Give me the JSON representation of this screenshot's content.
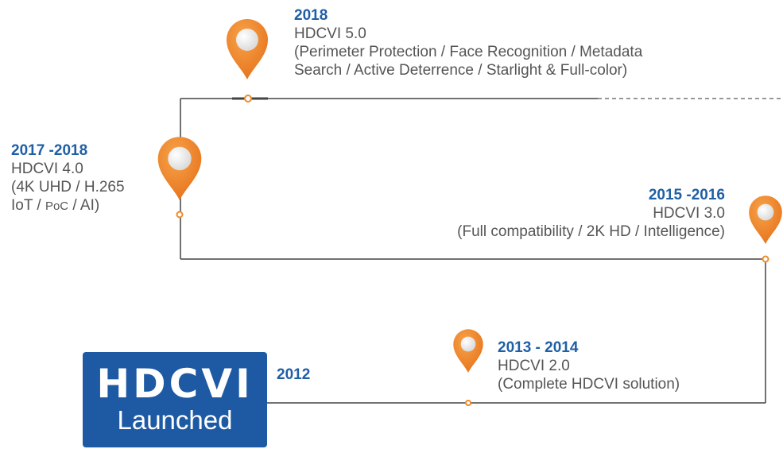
{
  "logo": {
    "brand": "HDCVI",
    "subtitle": "Launched"
  },
  "colors": {
    "pin": "#f08a2a",
    "year": "#1f5fa6",
    "line": "#444444",
    "logo_bg": "#1e5aa3"
  },
  "milestones": [
    {
      "year": "2012"
    },
    {
      "year": "2013 - 2014",
      "title": "HDCVI 2.0",
      "details": [
        "(Complete HDCVI solution)"
      ]
    },
    {
      "year": "2015 -2016",
      "title": "HDCVI 3.0",
      "details": [
        "(Full compatibility / 2K HD / Intelligence)"
      ]
    },
    {
      "year": "2017 -2018",
      "title": "HDCVI 4.0",
      "details": [
        "(4K UHD / H.265",
        "IoT / ",
        "PoC",
        " / AI)"
      ]
    },
    {
      "year": "2018",
      "title": "HDCVI 5.0",
      "details": [
        "(Perimeter Protection / Face Recognition / Metadata",
        "Search / Active Deterrence / Starlight & Full-color)"
      ]
    }
  ]
}
